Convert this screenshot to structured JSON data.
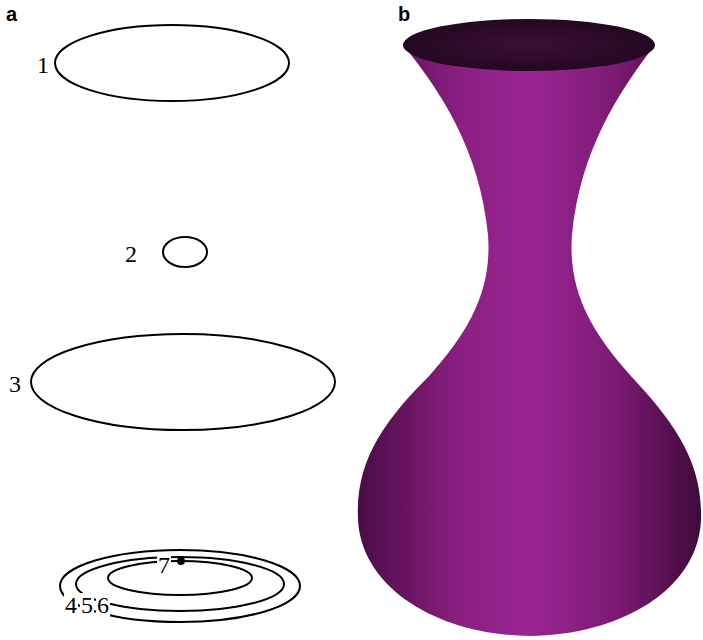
{
  "diagram": {
    "labels": [
      "a",
      "b",
      "1",
      "2",
      "3",
      "4",
      "5",
      "6",
      "7"
    ]
  }
}
